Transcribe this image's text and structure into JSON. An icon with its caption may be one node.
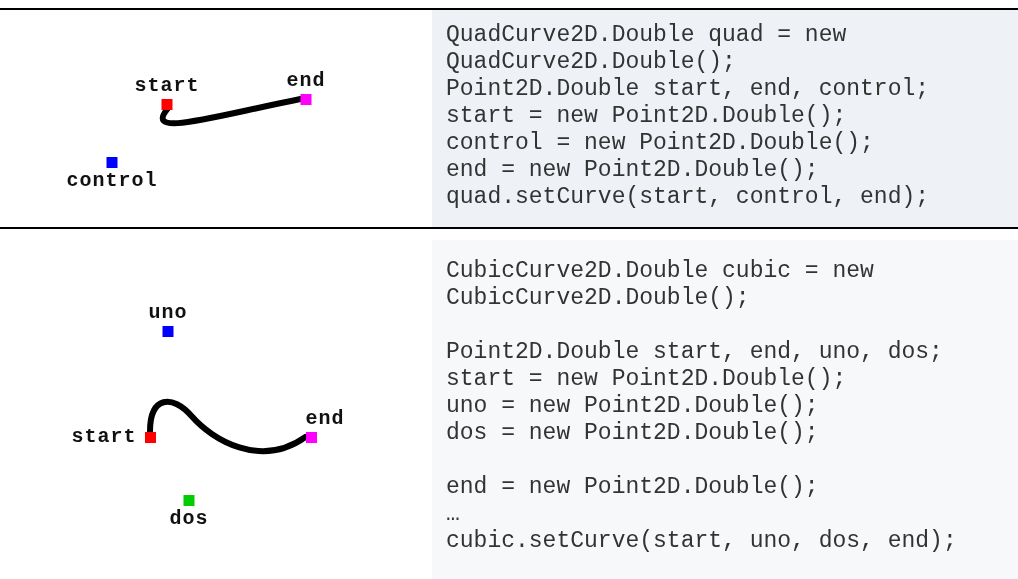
{
  "diagram": {
    "nodes": [
      {
        "text": [
          "start"
        ]
      },
      {
        "text": [
          "end"
        ]
      },
      {
        "text": [
          "control"
        ]
      },
      {
        "text": [
          "uno"
        ]
      },
      {
        "text": [
          "start"
        ]
      },
      {
        "text": [
          "end"
        ]
      },
      {
        "text": [
          "dos"
        ]
      }
    ],
    "edges": [
      {
        "from": 0,
        "to": 1,
        "arrow": "none"
      },
      {
        "from": 4,
        "to": 5,
        "arrow": "none"
      }
    ],
    "labels": [
      "QuadCurve2D.Double quad = new",
      "QuadCurve2D.Double();",
      "Point2D.Double start, end, control;",
      "start = new Point2D.Double();",
      "control = new Point2D.Double();",
      "end = new Point2D.Double();",
      "quad.setCurve(start, control, end);",
      "CubicCurve2D.Double cubic = new",
      "CubicCurve2D.Double();",
      "Point2D.Double start, end, uno, dos;",
      "start = new Point2D.Double();",
      "uno = new Point2D.Double();",
      "dos = new Point2D.Double();",
      "end = new Point2D.Double();",
      "…",
      "cubic.setCurve(start, uno, dos, end);"
    ]
  }
}
